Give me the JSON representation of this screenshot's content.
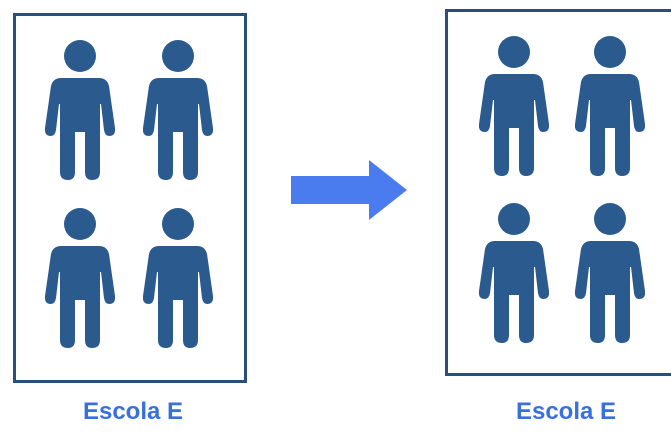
{
  "colors": {
    "frame": "#2b4f7d",
    "person": "#2b5a8f",
    "arrow": "#4a7cf0",
    "caption": "#3a6fe0"
  },
  "icons": {
    "person": "person-icon",
    "arrow": "right-arrow-icon"
  },
  "left_group": {
    "caption": "Escola E",
    "person_count": 4
  },
  "right_group": {
    "caption": "Escola E",
    "person_count": 4
  }
}
